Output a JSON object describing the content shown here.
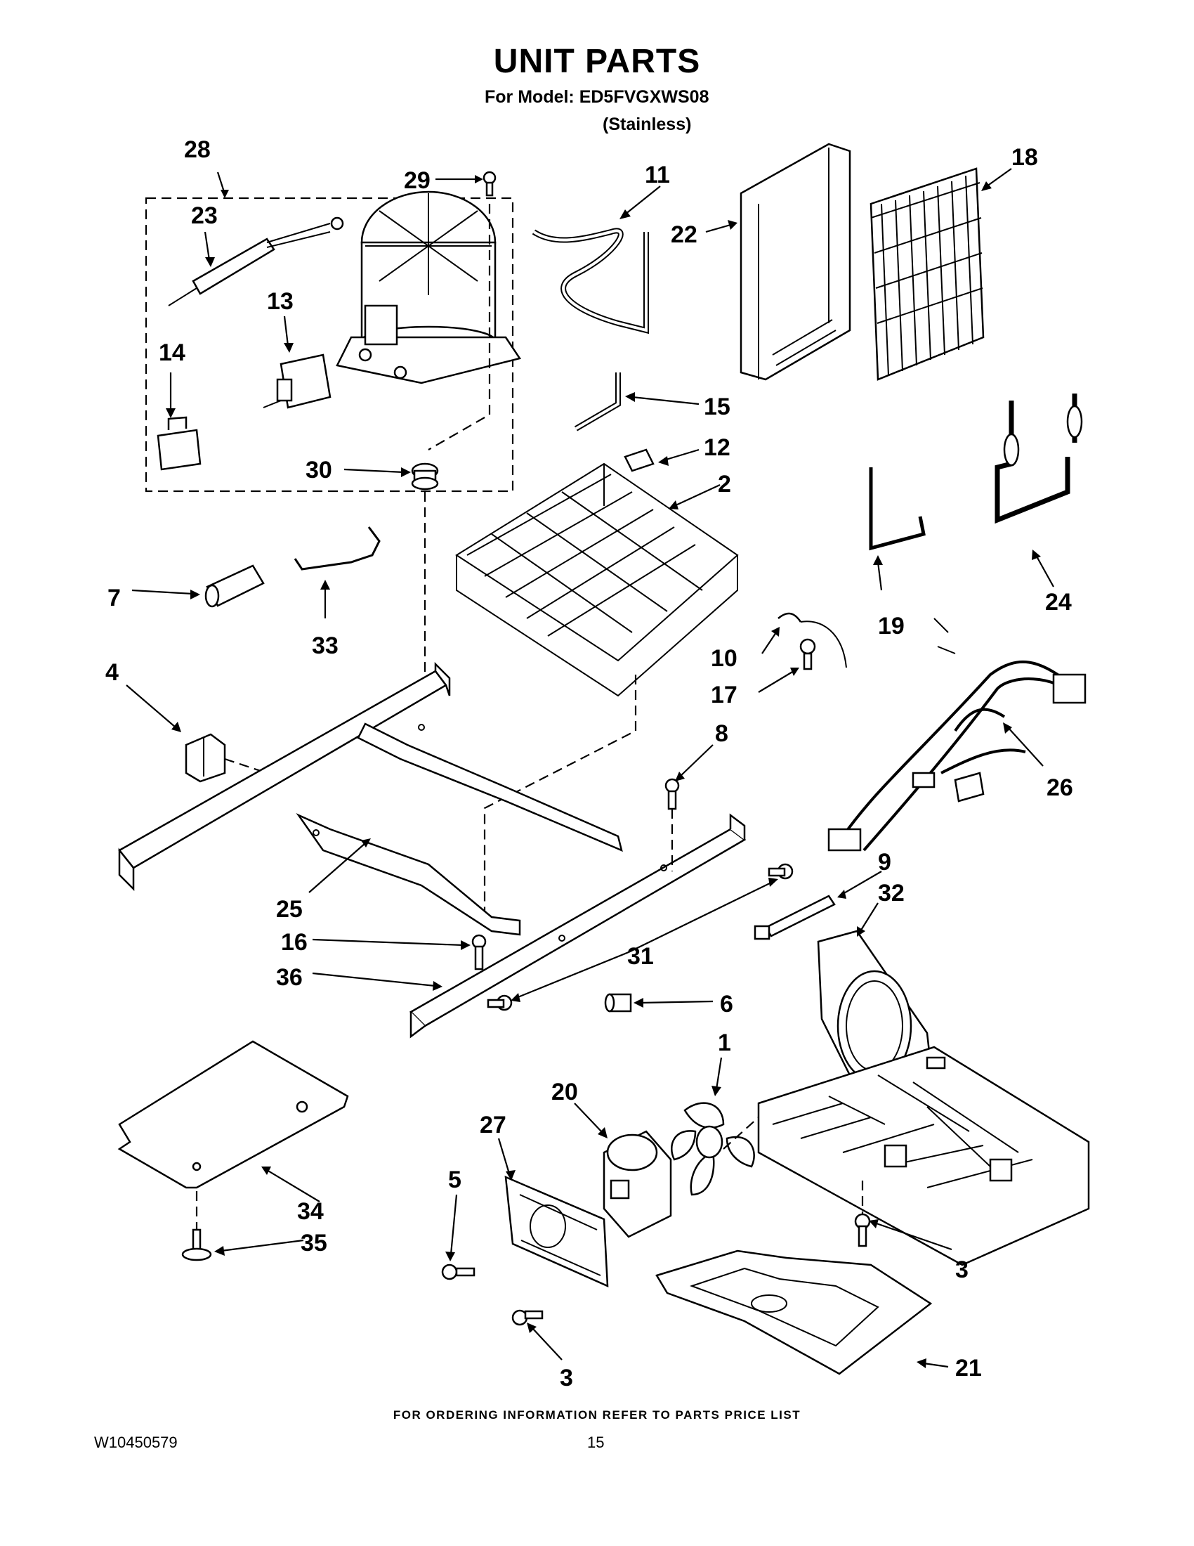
{
  "header": {
    "title": "UNIT PARTS",
    "model_line": "For Model: ED5FVGXWS08",
    "variant_line": "(Stainless)"
  },
  "callouts": [
    "1",
    "2",
    "3",
    "4",
    "5",
    "6",
    "7",
    "8",
    "9",
    "10",
    "11",
    "12",
    "13",
    "14",
    "15",
    "16",
    "17",
    "18",
    "19",
    "20",
    "21",
    "22",
    "23",
    "24",
    "25",
    "26",
    "27",
    "28",
    "29",
    "30",
    "31",
    "32",
    "33",
    "34",
    "35",
    "36"
  ],
  "footer": {
    "note": "FOR ORDERING INFORMATION REFER TO PARTS PRICE LIST",
    "doc_number": "W10450579",
    "page_number": "15"
  }
}
